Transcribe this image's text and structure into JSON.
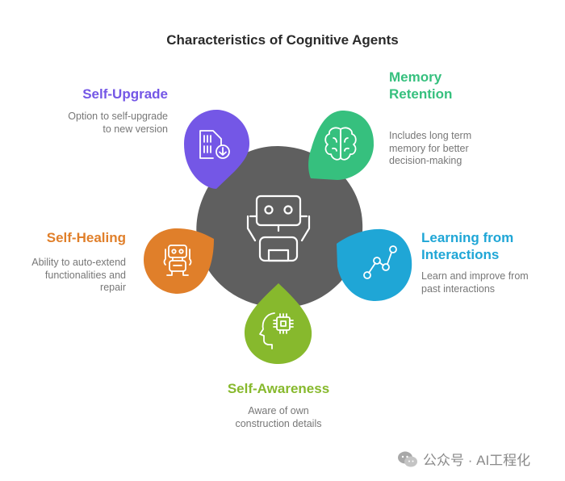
{
  "title": "Characteristics of Cognitive Agents",
  "colors": {
    "center": "#5f5f5f",
    "self_upgrade": "#7457e6",
    "memory": "#36c07e",
    "learning": "#1fa6d6",
    "awareness": "#87b92d",
    "healing": "#e07f2a",
    "description": "#777777",
    "title": "#2a2a2a"
  },
  "items": {
    "self_upgrade": {
      "heading": "Self-Upgrade",
      "description": [
        "Option to self-upgrade",
        "to new version"
      ],
      "icon": "file-download-icon"
    },
    "memory": {
      "heading": [
        "Memory",
        "Retention"
      ],
      "description": [
        "Includes long term",
        "memory for better",
        "decision-making"
      ],
      "icon": "brain-icon"
    },
    "learning": {
      "heading": [
        "Learning from",
        "Interactions"
      ],
      "description": [
        "Learn and improve from",
        "past interactions"
      ],
      "icon": "line-chart-icon"
    },
    "awareness": {
      "heading": "Self-Awareness",
      "description": [
        "Aware of own",
        "construction details"
      ],
      "icon": "head-chip-icon"
    },
    "healing": {
      "heading": "Self-Healing",
      "description": [
        "Ability to auto-extend",
        "functionalities and",
        "repair"
      ],
      "icon": "repair-robot-icon"
    }
  },
  "center_icon": "robot-icon",
  "watermark": "公众号 · AI工程化"
}
